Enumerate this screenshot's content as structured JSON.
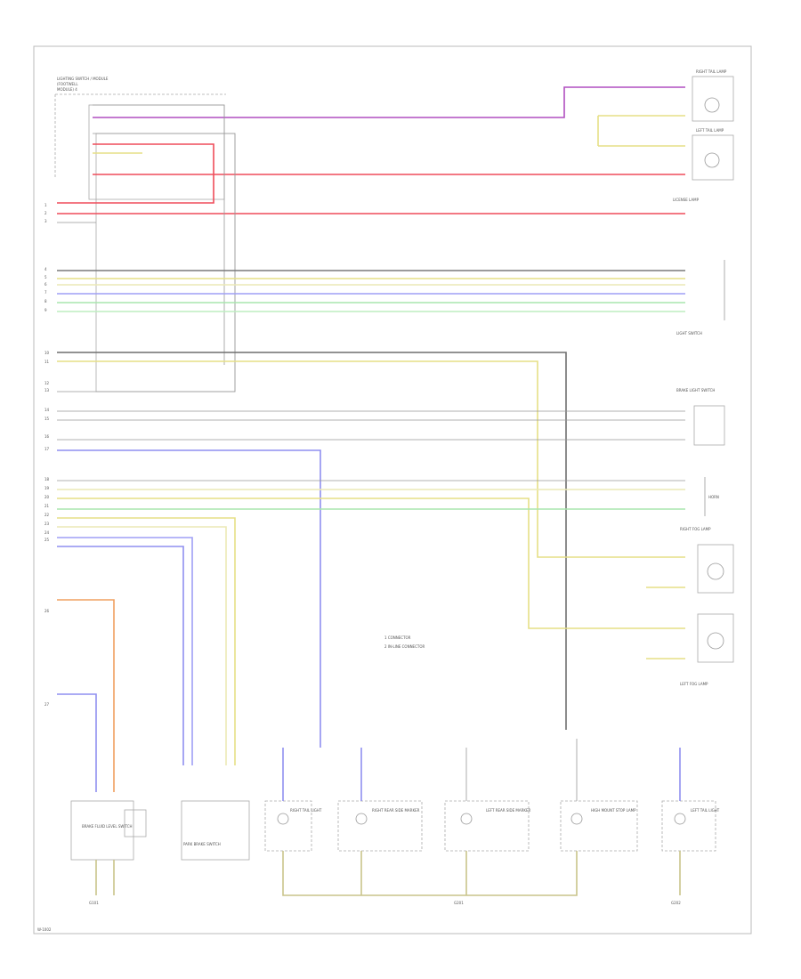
{
  "diagram": {
    "module_header": [
      "LIGHTING SWITCH / MODULE",
      "(FOOTWELL",
      "MODULE) 4"
    ],
    "left_pin_labels": [
      "1",
      "2",
      "3",
      "4",
      "5",
      "6",
      "7",
      "8",
      "9",
      "10",
      "11",
      "12",
      "13",
      "14",
      "15",
      "16",
      "17",
      "18",
      "19",
      "20",
      "21",
      "22",
      "23",
      "24",
      "25",
      "26",
      "27"
    ],
    "wires": {
      "grey": "#9a9a9a",
      "violet": "#b04fc0",
      "red": "#ef4c5a",
      "yellow": "#e6df86",
      "blue": "#8f8ff0",
      "green": "#9ee0a2",
      "orange": "#f0a060",
      "dark": "#6f6f6f"
    },
    "right_components": [
      {
        "name": "right-tail-lamp",
        "label": "RIGHT TAIL LAMP"
      },
      {
        "name": "left-tail-lamp",
        "label": "LEFT TAIL LAMP"
      },
      {
        "name": "license-lamp",
        "label": "LICENSE LAMP"
      },
      {
        "name": "light-switch-connector",
        "label": "LIGHT SWITCH"
      },
      {
        "name": "brake-light-switch",
        "label": "BRAKE LIGHT SWITCH"
      },
      {
        "name": "horn",
        "label": "HORN"
      },
      {
        "name": "right-fog-lamp",
        "label": "RIGHT FOG LAMP"
      },
      {
        "name": "left-fog-lamp",
        "label": "LEFT FOG LAMP"
      }
    ],
    "bottom_components": [
      {
        "name": "brake-fluid-level-switch",
        "label": "BRAKE FLUID LEVEL SWITCH"
      },
      {
        "name": "parking-brake-switch",
        "label": "PARK BRAKE SWITCH"
      },
      {
        "name": "right-tail-light",
        "label": "RIGHT TAIL LIGHT"
      },
      {
        "name": "right-rear-side-marker",
        "label": "RIGHT REAR SIDE MARKER"
      },
      {
        "name": "left-rear-side-marker",
        "label": "LEFT REAR SIDE MARKER"
      },
      {
        "name": "high-mount-stop-lamp",
        "label": "HIGH MOUNT STOP LAMP"
      },
      {
        "name": "left-tail-light",
        "label": "LEFT TAIL LIGHT"
      }
    ],
    "legend": [
      "1 CONNECTOR",
      "2 IN-LINE CONNECTOR"
    ],
    "grounds": [
      "G101",
      "G201",
      "G202"
    ],
    "footer_code": "W-1002"
  }
}
